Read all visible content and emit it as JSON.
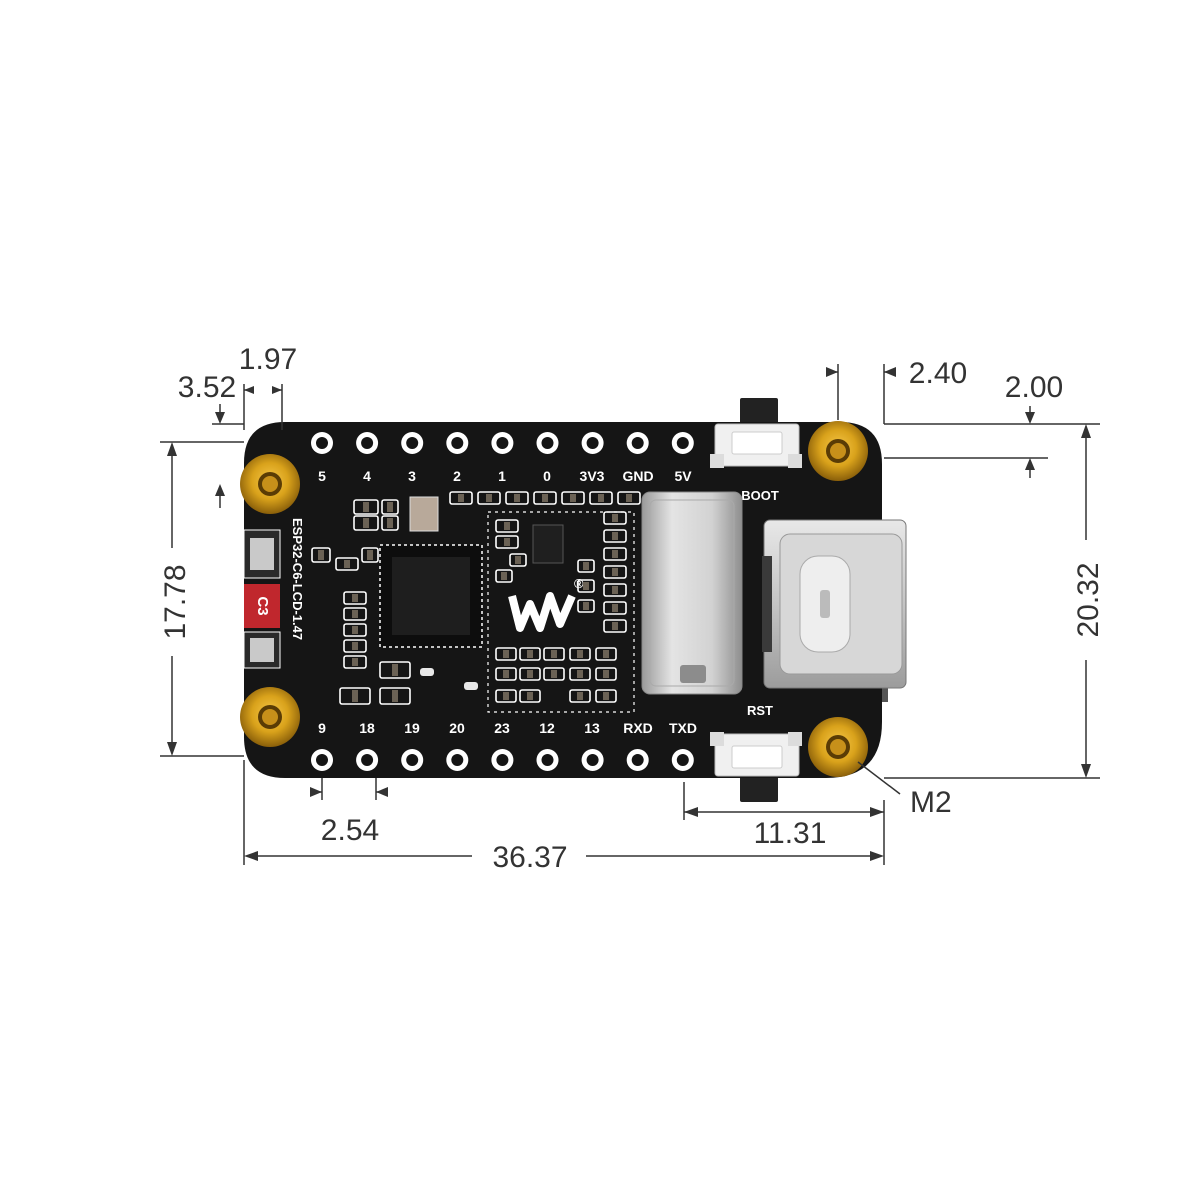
{
  "diagram": {
    "dimensions": {
      "d352": "3.52",
      "d197": "1.97",
      "d240": "2.40",
      "d200": "2.00",
      "d1778": "17.78",
      "d2032": "20.32",
      "d254": "2.54",
      "d3637": "36.37",
      "d1131": "11.31",
      "hole": "M2"
    },
    "board": {
      "top_pins": [
        "5",
        "4",
        "3",
        "2",
        "1",
        "0",
        "3V3",
        "GND",
        "5V"
      ],
      "bottom_pins": [
        "9",
        "18",
        "19",
        "20",
        "23",
        "12",
        "13",
        "RXD",
        "TXD"
      ],
      "boot_label": "BOOT",
      "rst_label": "RST",
      "model_label": "ESP32-C6-LCD-1.47",
      "chip_badge": "C3",
      "logo_registered": "®"
    },
    "colors": {
      "pcb": "#151515",
      "gold": "#d9a21b",
      "metal": "#c9c9c9",
      "badge": "#c0272d",
      "line": "#333333"
    }
  }
}
